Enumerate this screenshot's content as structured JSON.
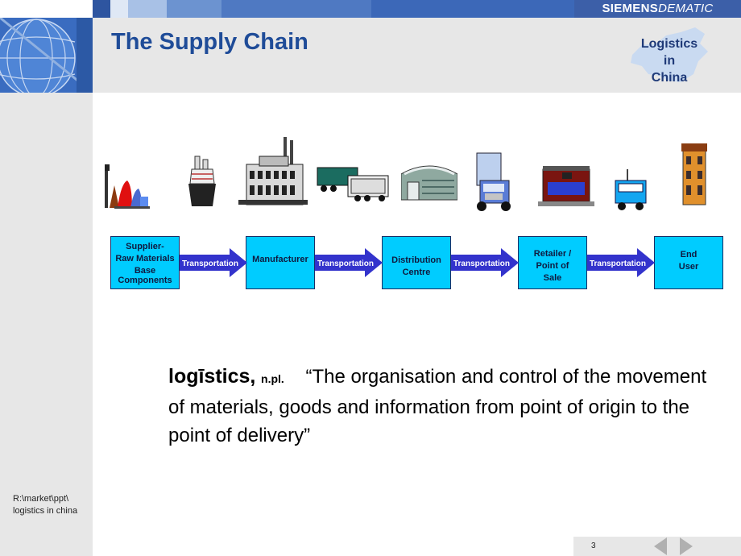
{
  "brand": {
    "bold": "SIEMENS",
    "light": "DEMATIC"
  },
  "header": {
    "title": "The Supply Chain",
    "badge_lines": [
      "Logistics",
      "in",
      "China"
    ]
  },
  "file_path": [
    "R:\\market\\ppt\\",
    "logistics in china"
  ],
  "chain": {
    "steps": [
      {
        "lines": [
          "Supplier-",
          "Raw Materials",
          "Base",
          "Components"
        ]
      },
      {
        "lines": [
          "Manufacturer"
        ]
      },
      {
        "lines": [
          "Distribution",
          "Centre"
        ]
      },
      {
        "lines": [
          "Retailer /",
          "Point of",
          "Sale"
        ]
      },
      {
        "lines": [
          "End",
          "User"
        ]
      }
    ],
    "arrow_label": "Transportation",
    "icons": [
      "raw-materials-icon",
      "ship-icon",
      "factory-icon",
      "freight-train-icon",
      "warehouse-icon",
      "truck-icon",
      "store-icon",
      "delivery-van-icon",
      "house-icon"
    ]
  },
  "definition": {
    "term": "logīstics,",
    "part_of_speech": "n.pl.",
    "text": "“The organisation and control of the movement of materials, goods and information from point of origin to the point of delivery”"
  },
  "footer": {
    "page": "3"
  },
  "colors": {
    "title": "#1f4c98",
    "box": "#00ccff",
    "arrow": "#3333cc",
    "brand_bar": "#3c5fa8"
  }
}
